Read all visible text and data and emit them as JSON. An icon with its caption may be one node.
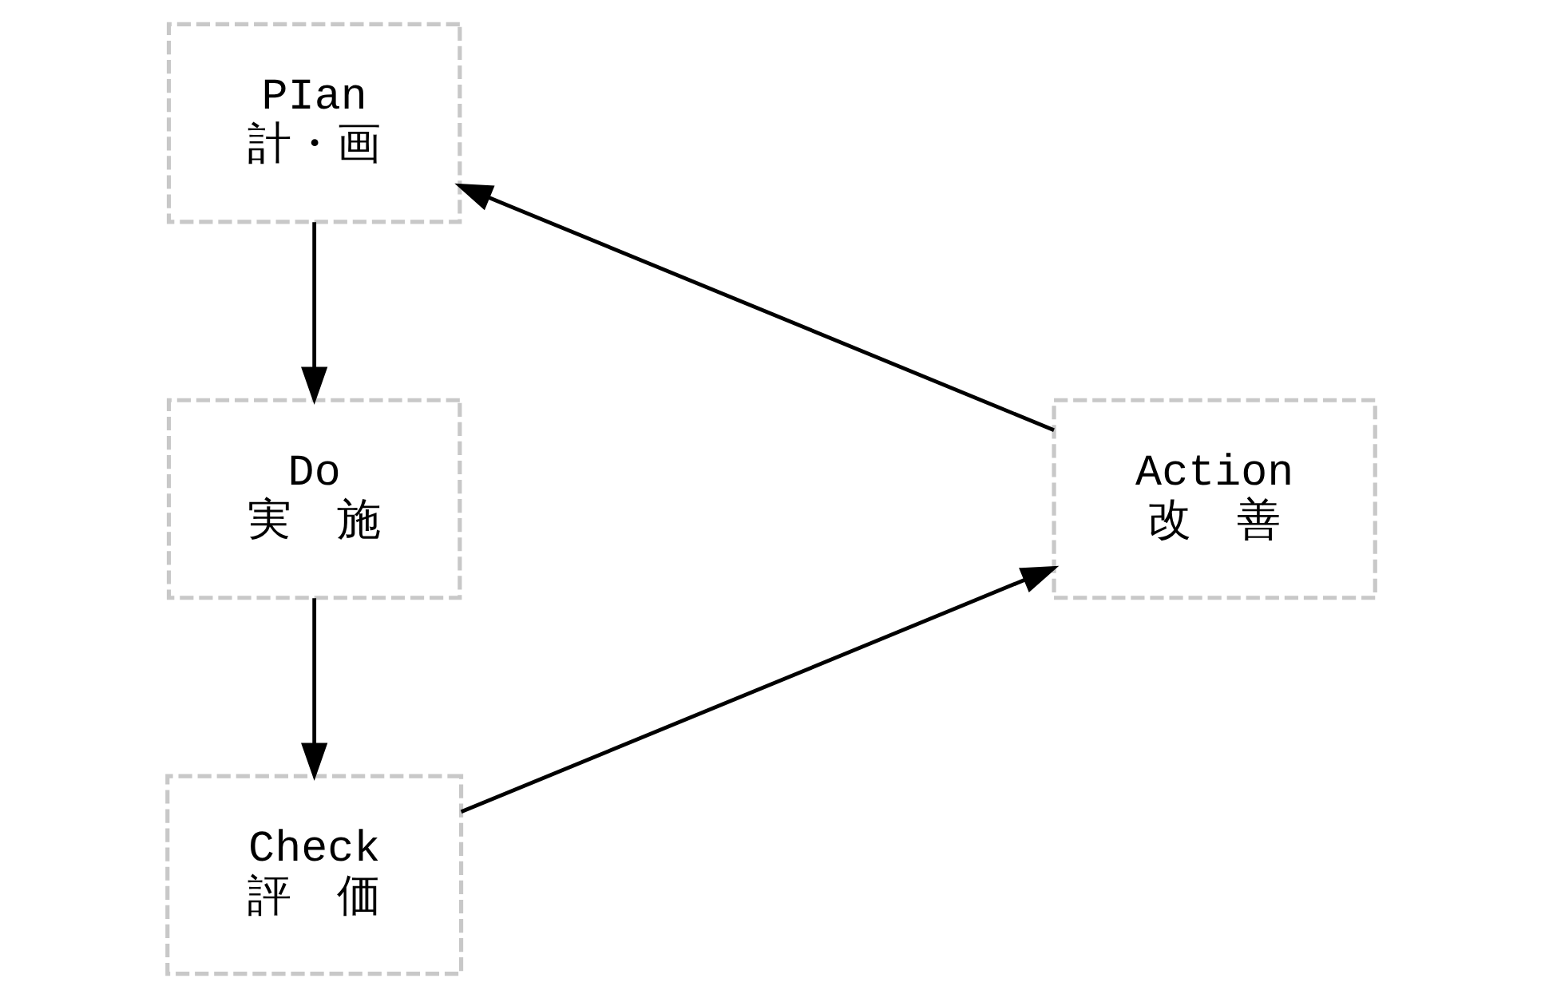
{
  "diagram": {
    "nodes": [
      {
        "text": [
          "PIan",
          "計・画"
        ]
      },
      {
        "text": [
          "Action",
          "改　善"
        ]
      },
      {
        "text": [
          "Do",
          "実　施"
        ]
      },
      {
        "text": [
          "Check",
          "評　価"
        ]
      }
    ],
    "edges": [
      {
        "from": 0,
        "to": 2,
        "arrow": "to"
      },
      {
        "from": 2,
        "to": 3,
        "arrow": "to"
      },
      {
        "from": 3,
        "to": 1,
        "arrow": "to"
      },
      {
        "from": 1,
        "to": 0,
        "arrow": "to"
      }
    ]
  }
}
